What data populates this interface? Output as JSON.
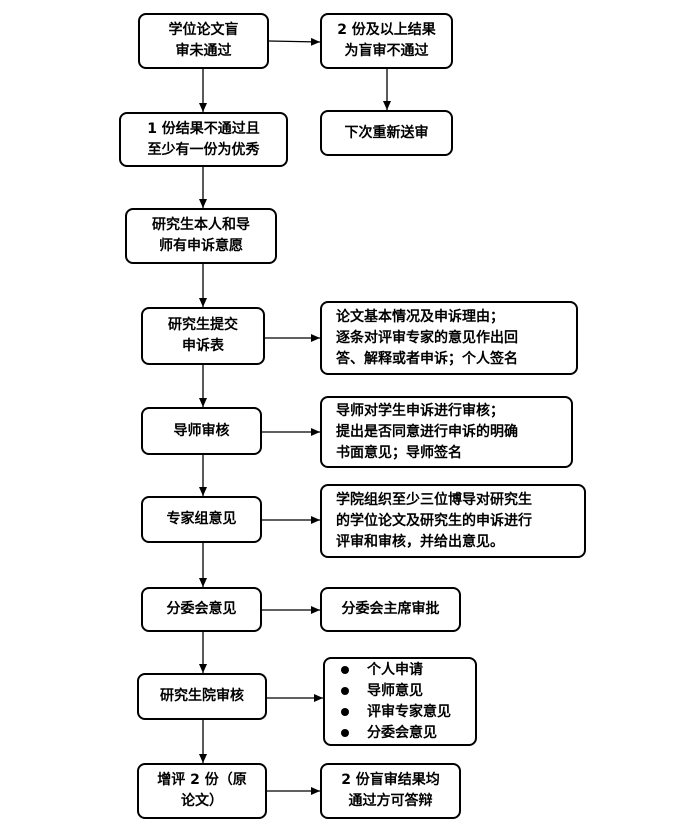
{
  "flowchart": {
    "main_steps": [
      {
        "lines": [
          "学位论文盲",
          "审未通过"
        ]
      },
      {
        "lines": [
          "1 份结果不通过且",
          "至少有一份为优秀"
        ]
      },
      {
        "lines": [
          "研究生本人和导",
          "师有申诉意愿"
        ]
      },
      {
        "lines": [
          "研究生提交",
          "申诉表"
        ]
      },
      {
        "lines": [
          "导师审核"
        ]
      },
      {
        "lines": [
          "专家组意见"
        ]
      },
      {
        "lines": [
          "分委会意见"
        ]
      },
      {
        "lines": [
          "研究生院审核"
        ]
      },
      {
        "lines": [
          "增评 2 份（原",
          "论文）"
        ]
      }
    ],
    "side_notes": [
      {
        "lines": [
          "2 份及以上结果",
          "为盲审不通过"
        ]
      },
      {
        "lines": [
          "下次重新送审"
        ]
      },
      {
        "lines": [
          "论文基本情况及申诉理由；",
          "逐条对评审专家的意见作出回",
          "答、解释或者申诉；个人签名"
        ]
      },
      {
        "lines": [
          "导师对学生申诉进行审核；",
          "提出是否同意进行申诉的明确",
          "书面意见；导师签名"
        ]
      },
      {
        "lines": [
          "学院组织至少三位博导对研究生",
          "的学位论文及研究生的申诉进行",
          "评审和审核，并给出意见。"
        ]
      },
      {
        "lines": [
          "分委会主席审批"
        ]
      },
      {
        "bullets": [
          "个人申请",
          "导师意见",
          "评审专家意见",
          "分委会意见"
        ]
      },
      {
        "lines": [
          "2 份盲审结果均",
          "通过方可答辩"
        ]
      }
    ]
  },
  "colors": {
    "stroke": "#000000",
    "background": "#ffffff"
  }
}
